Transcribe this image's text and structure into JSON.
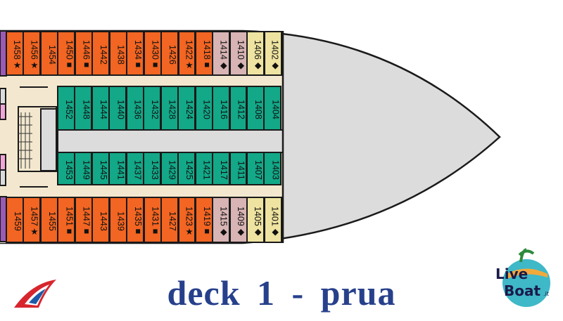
{
  "title": "deck 1 - prua",
  "colors": {
    "orange": "#f26522",
    "mauve": "#d8b4b4",
    "yellow": "#eee3a0",
    "green": "#13a888",
    "purple": "#9a5bb5",
    "corridor": "#f3e8cf",
    "grey": "#dcdcdc",
    "title": "#27408b"
  },
  "rows": {
    "top": [
      {
        "n": "1458★",
        "c": "orange"
      },
      {
        "n": "1456★",
        "c": "orange"
      },
      {
        "n": "1454",
        "c": "orange"
      },
      {
        "n": "1450■",
        "c": "orange"
      },
      {
        "n": "1446■",
        "c": "orange"
      },
      {
        "n": "1442",
        "c": "orange"
      },
      {
        "n": "1438",
        "c": "orange"
      },
      {
        "n": "1434■",
        "c": "orange"
      },
      {
        "n": "1430■",
        "c": "orange"
      },
      {
        "n": "1426",
        "c": "orange"
      },
      {
        "n": "1422★",
        "c": "orange"
      },
      {
        "n": "1418■",
        "c": "orange"
      },
      {
        "n": "1414◆",
        "c": "mauve"
      },
      {
        "n": "1410◆",
        "c": "mauve"
      },
      {
        "n": "1406◆",
        "c": "yellow"
      },
      {
        "n": "1402◆",
        "c": "yellow"
      }
    ],
    "inner_top": [
      "1452",
      "1448",
      "1444",
      "1440",
      "1436",
      "1432",
      "1428",
      "1424",
      "1420",
      "1416",
      "1412",
      "1408",
      "1404"
    ],
    "inner_bottom": [
      "1453",
      "1449",
      "1445",
      "1441",
      "1437",
      "1433",
      "1429",
      "1425",
      "1421",
      "1417",
      "1411",
      "1407",
      "1403"
    ],
    "bottom": [
      {
        "n": "1459",
        "c": "orange"
      },
      {
        "n": "1457★",
        "c": "orange"
      },
      {
        "n": "1455",
        "c": "orange"
      },
      {
        "n": "1451■",
        "c": "orange"
      },
      {
        "n": "1447■",
        "c": "orange"
      },
      {
        "n": "1443",
        "c": "orange"
      },
      {
        "n": "1439",
        "c": "orange"
      },
      {
        "n": "1435■",
        "c": "orange"
      },
      {
        "n": "1431■",
        "c": "orange"
      },
      {
        "n": "1427",
        "c": "orange"
      },
      {
        "n": "1423★",
        "c": "orange"
      },
      {
        "n": "1419■",
        "c": "orange"
      },
      {
        "n": "1415◆",
        "c": "mauve"
      },
      {
        "n": "1409◆",
        "c": "mauve"
      },
      {
        "n": "1405◆",
        "c": "yellow"
      },
      {
        "n": "1401◆",
        "c": "yellow"
      }
    ]
  },
  "logos": {
    "livebeat": "LiveBoat.it"
  }
}
